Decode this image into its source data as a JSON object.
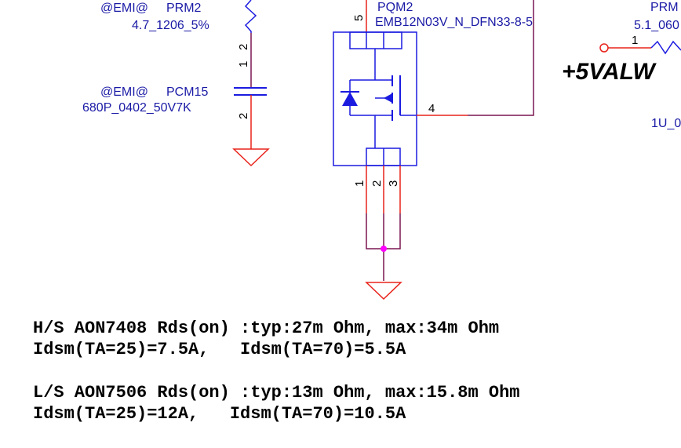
{
  "colors": {
    "wire": "#e8231b",
    "part": "#1b1be0",
    "net": "#7a1650",
    "junction": "#ff00ff",
    "text": "#1a1aa6"
  },
  "resistor_prm2": {
    "variant": "@EMI@",
    "ref": "PRM2",
    "value": "4.7_1206_5%"
  },
  "capacitor_pcm15": {
    "variant": "@EMI@",
    "ref": "PCM15",
    "value": "680P_0402_50V7K",
    "pin1": "1",
    "pin2": "2",
    "pin2b": "2"
  },
  "mosfet_pqm2": {
    "ref": "PQM2",
    "part": "EMB12N03V_N_DFN33-8-5",
    "pin5": "5",
    "pin4": "4",
    "pin1": "1",
    "pin2": "2",
    "pin3": "3"
  },
  "right_resistor": {
    "ref": "PRM",
    "value": "5.1_060",
    "pin1": "1"
  },
  "right_cap": {
    "value": "1U_0"
  },
  "power_net": {
    "name": "+5VALW"
  },
  "notes": [
    "H/S AON7408 Rds(on) :typ:27m Ohm, max:34m Ohm",
    "Idsm(TA=25)=7.5A,   Idsm(TA=70)=5.5A",
    "L/S AON7506 Rds(on) :typ:13m Ohm, max:15.8m Ohm",
    "Idsm(TA=25)=12A,   Idsm(TA=70)=10.5A"
  ]
}
